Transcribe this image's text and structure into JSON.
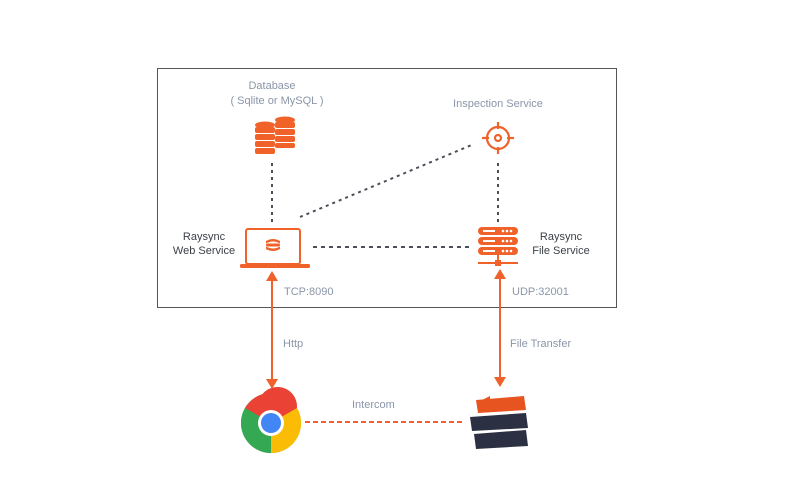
{
  "diagram": {
    "colors": {
      "accent": "#f0622a",
      "dark": "#2b3142",
      "label": "#8a96a8",
      "text": "#3a3f47",
      "connector": "#4a4f5a",
      "border": "#555555"
    },
    "nodes": {
      "database": {
        "title": "Database",
        "subtitle": "( Sqlite or MySQL  )",
        "icon": "database-icon"
      },
      "inspection": {
        "title": "Inspection Service",
        "icon": "crosshair-icon"
      },
      "web_service": {
        "line1": "Raysync",
        "line2": "Web Service",
        "icon": "laptop-icon"
      },
      "file_service": {
        "line1": "Raysync",
        "line2": "File Service",
        "icon": "server-icon"
      },
      "browser": {
        "icon": "chrome-icon"
      },
      "client": {
        "icon": "raysync-client-icon"
      }
    },
    "ports": {
      "tcp": "TCP:8090",
      "udp": "UDP:32001"
    },
    "links": {
      "http": "Http",
      "file_transfer": "File Transfer",
      "intercom": "Intercom"
    }
  }
}
